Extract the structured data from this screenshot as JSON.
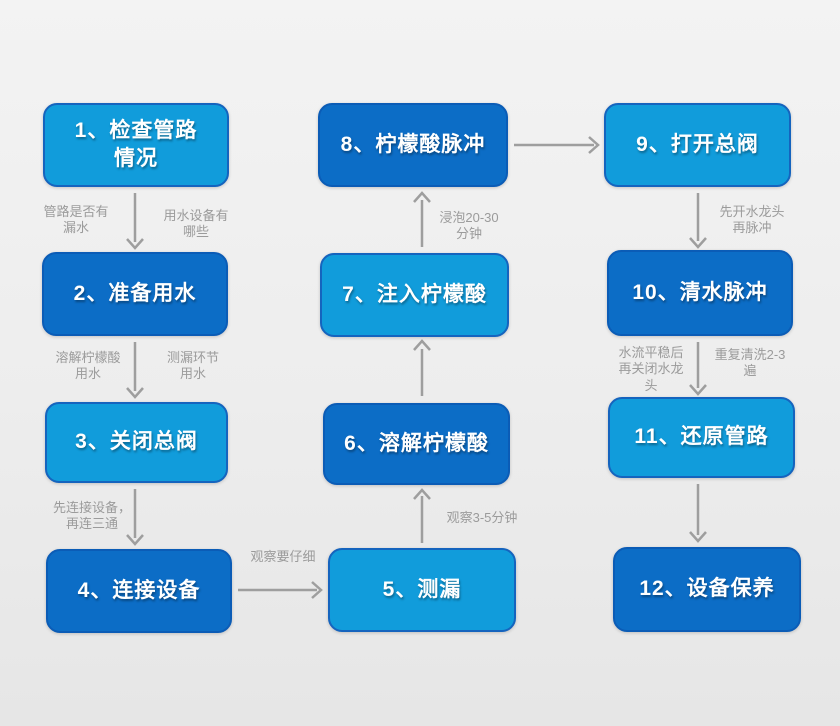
{
  "palette": {
    "background_top": "#F3F3F3",
    "background_bottom": "#E6E6E6",
    "light_fill": "#119CDB",
    "light_border": "#1564BE",
    "dark_fill": "#0C6DC6",
    "dark_border": "#0B5CB6",
    "arrow": "#9E9E9E",
    "edge_label": "#9B9B9B",
    "node_text": "#FFFFFF"
  },
  "flow": {
    "nodes": [
      {
        "id": "1",
        "label": "1、检查管路\n情况",
        "tone": "light"
      },
      {
        "id": "2",
        "label": "2、准备用水",
        "tone": "dark"
      },
      {
        "id": "3",
        "label": "3、关闭总阀",
        "tone": "light"
      },
      {
        "id": "4",
        "label": "4、连接设备",
        "tone": "dark"
      },
      {
        "id": "5",
        "label": "5、测漏",
        "tone": "light"
      },
      {
        "id": "6",
        "label": "6、溶解柠檬酸",
        "tone": "dark"
      },
      {
        "id": "7",
        "label": "7、注入柠檬酸",
        "tone": "light"
      },
      {
        "id": "8",
        "label": "8、柠檬酸脉冲",
        "tone": "dark"
      },
      {
        "id": "9",
        "label": "9、打开总阀",
        "tone": "light"
      },
      {
        "id": "10",
        "label": "10、清水脉冲",
        "tone": "dark"
      },
      {
        "id": "11",
        "label": "11、还原管路",
        "tone": "light"
      },
      {
        "id": "12",
        "label": "12、设备保养",
        "tone": "dark"
      }
    ],
    "edge_labels": {
      "step1_to_2_left": "管路是否有\n漏水",
      "step1_to_2_right": "用水设备有\n哪些",
      "step2_to_3_left": "溶解柠檬酸\n用水",
      "step2_to_3_right": "测漏环节\n用水",
      "step3_to_4": "先连接设备，\n再连三通",
      "step4_to_5": "观察要仔细",
      "step5_to_6": "观察3-5分钟",
      "step7_to_8": "浸泡20-30\n分钟",
      "step9_to_10": "先开水龙头\n再脉冲",
      "step10_to_11_left": "水流平稳后\n再关闭水龙\n头",
      "step10_to_11_right": "重复清洗2-3\n遍"
    }
  }
}
